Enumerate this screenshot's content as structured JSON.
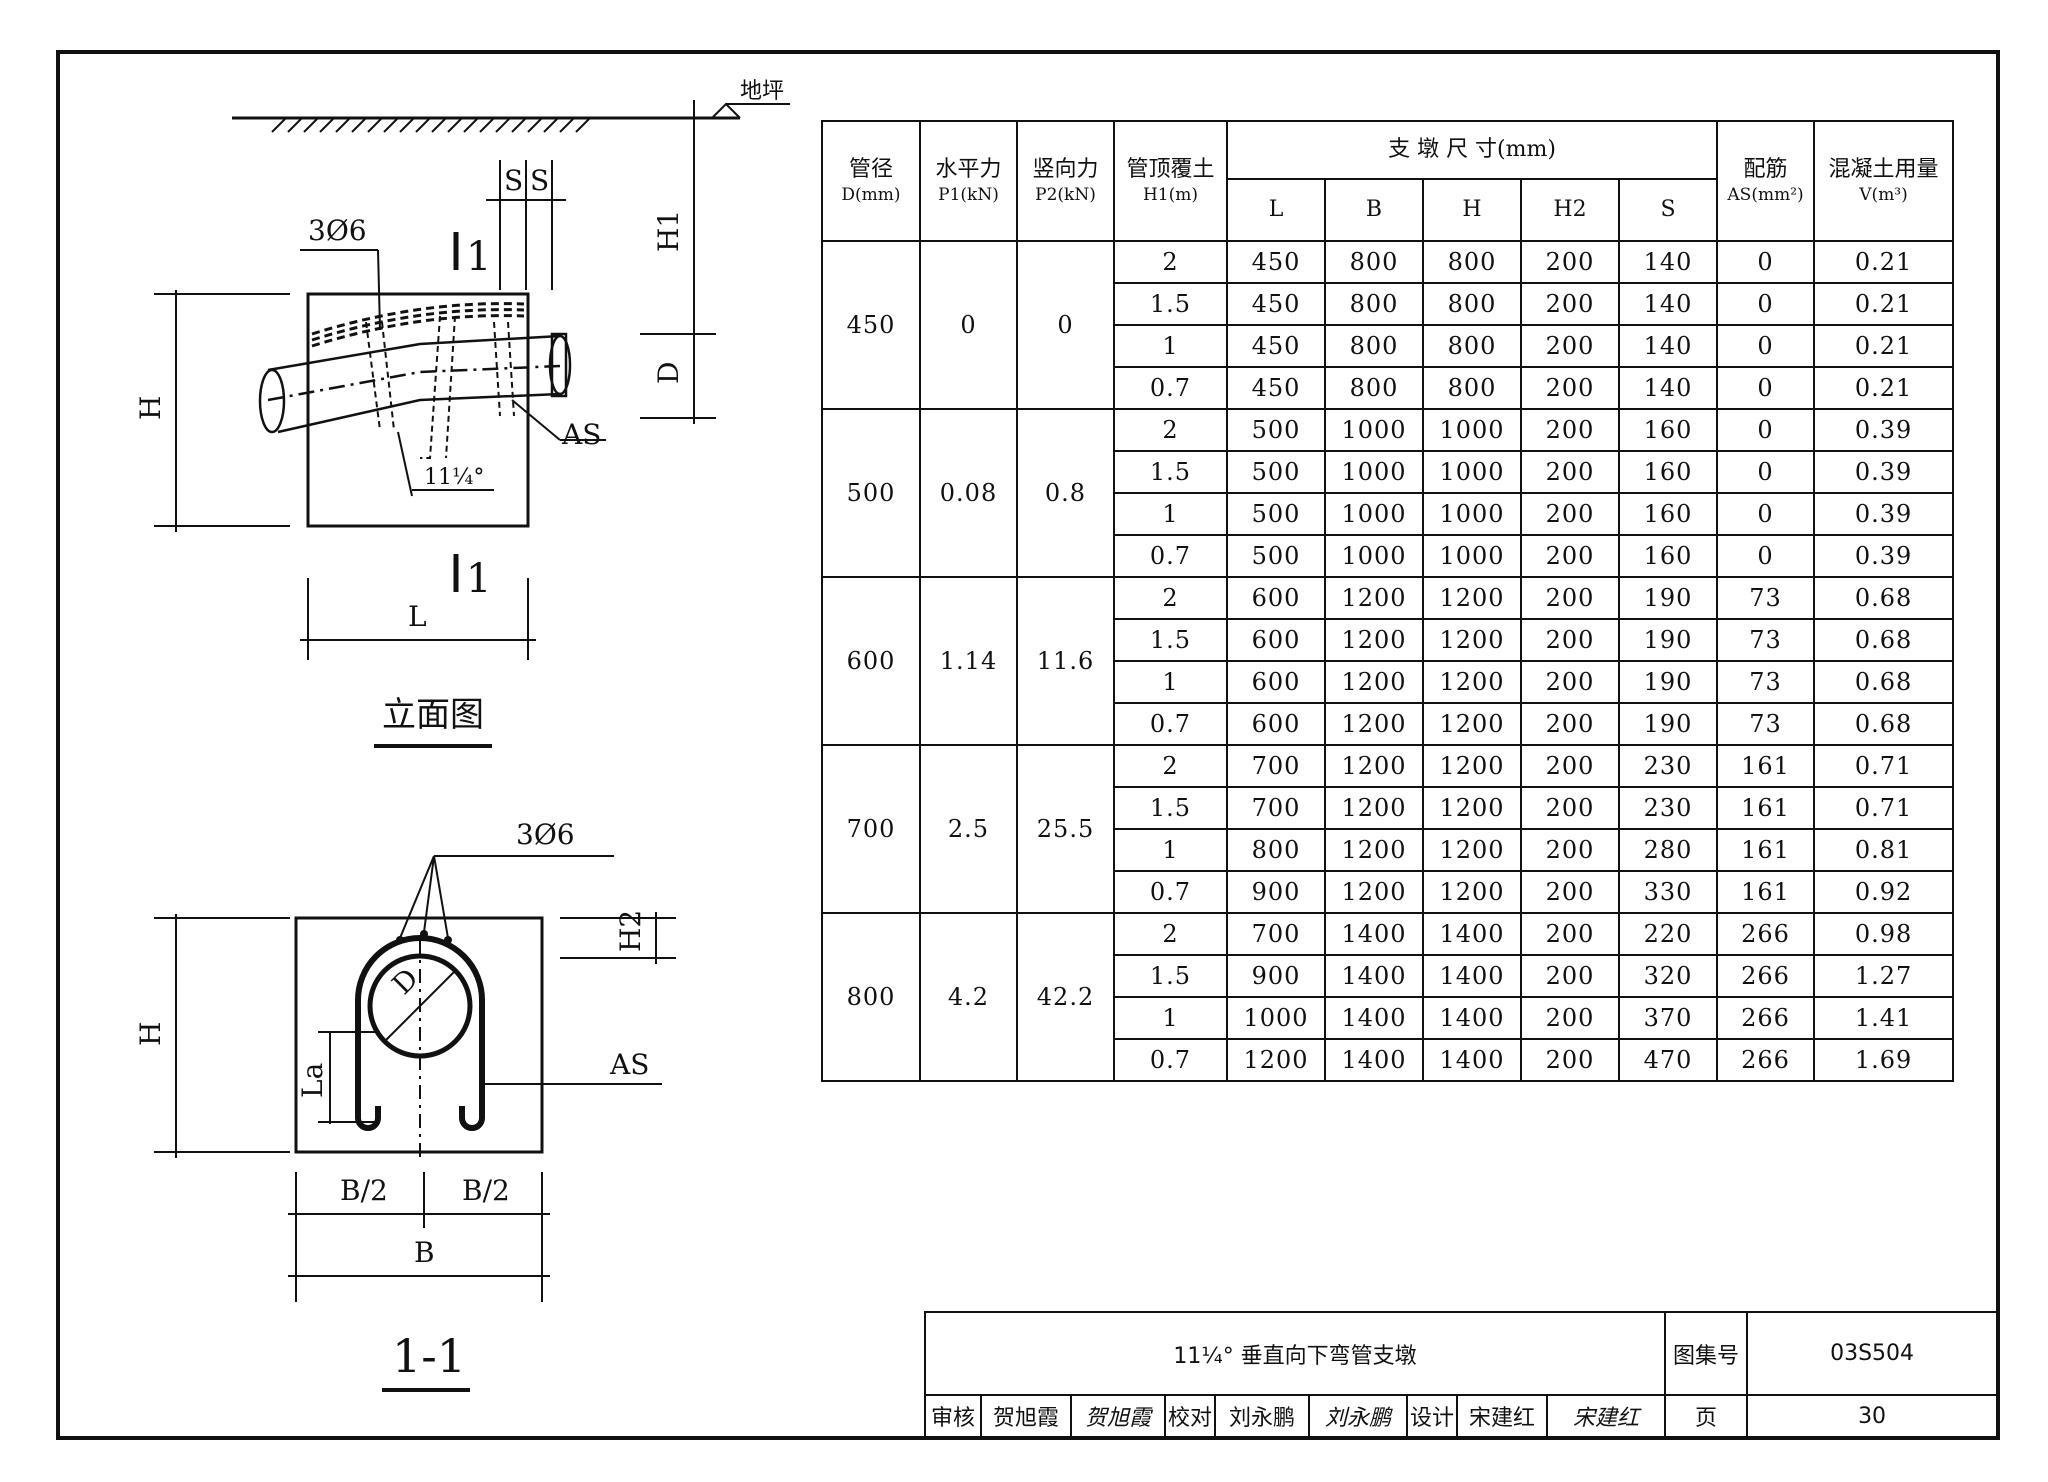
{
  "elevation": {
    "ground_label": "地坪",
    "rebar_label": "3Ø6",
    "section_mark": "1",
    "dim_s1": "S",
    "dim_s2": "S",
    "dim_h1": "H1",
    "dim_d": "D",
    "dim_h": "H",
    "dim_l": "L",
    "as_label": "AS",
    "angle_label": "11¼°",
    "caption": "立面图"
  },
  "section": {
    "rebar_label": "3Ø6",
    "dim_h2": "H2",
    "dim_h": "H",
    "dim_la": "La",
    "dim_d": "D",
    "as_label": "AS",
    "dim_b_half_left": "B/2",
    "dim_b_half_right": "B/2",
    "dim_b": "B",
    "caption": "1-1"
  },
  "table": {
    "headers": {
      "dia": "管径",
      "dia_unit": "D(mm)",
      "p1": "水平力",
      "p1_unit": "P1(kN)",
      "p2": "竖向力",
      "p2_unit": "P2(kN)",
      "h1": "管顶覆土",
      "h1_unit": "H1(m)",
      "dims": "支 墩 尺 寸(mm)",
      "l": "L",
      "b": "B",
      "h": "H",
      "h2": "H2",
      "s": "S",
      "as": "配筋",
      "as_unit": "AS(mm²)",
      "v": "混凝土用量",
      "v_unit": "V(m³)"
    },
    "groups": [
      {
        "dia": "450",
        "p1": "0",
        "p2": "0",
        "rows": [
          [
            "2",
            "450",
            "800",
            "800",
            "200",
            "140",
            "0",
            "0.21"
          ],
          [
            "1.5",
            "450",
            "800",
            "800",
            "200",
            "140",
            "0",
            "0.21"
          ],
          [
            "1",
            "450",
            "800",
            "800",
            "200",
            "140",
            "0",
            "0.21"
          ],
          [
            "0.7",
            "450",
            "800",
            "800",
            "200",
            "140",
            "0",
            "0.21"
          ]
        ]
      },
      {
        "dia": "500",
        "p1": "0.08",
        "p2": "0.8",
        "rows": [
          [
            "2",
            "500",
            "1000",
            "1000",
            "200",
            "160",
            "0",
            "0.39"
          ],
          [
            "1.5",
            "500",
            "1000",
            "1000",
            "200",
            "160",
            "0",
            "0.39"
          ],
          [
            "1",
            "500",
            "1000",
            "1000",
            "200",
            "160",
            "0",
            "0.39"
          ],
          [
            "0.7",
            "500",
            "1000",
            "1000",
            "200",
            "160",
            "0",
            "0.39"
          ]
        ]
      },
      {
        "dia": "600",
        "p1": "1.14",
        "p2": "11.6",
        "rows": [
          [
            "2",
            "600",
            "1200",
            "1200",
            "200",
            "190",
            "73",
            "0.68"
          ],
          [
            "1.5",
            "600",
            "1200",
            "1200",
            "200",
            "190",
            "73",
            "0.68"
          ],
          [
            "1",
            "600",
            "1200",
            "1200",
            "200",
            "190",
            "73",
            "0.68"
          ],
          [
            "0.7",
            "600",
            "1200",
            "1200",
            "200",
            "190",
            "73",
            "0.68"
          ]
        ]
      },
      {
        "dia": "700",
        "p1": "2.5",
        "p2": "25.5",
        "rows": [
          [
            "2",
            "700",
            "1200",
            "1200",
            "200",
            "230",
            "161",
            "0.71"
          ],
          [
            "1.5",
            "700",
            "1200",
            "1200",
            "200",
            "230",
            "161",
            "0.71"
          ],
          [
            "1",
            "800",
            "1200",
            "1200",
            "200",
            "280",
            "161",
            "0.81"
          ],
          [
            "0.7",
            "900",
            "1200",
            "1200",
            "200",
            "330",
            "161",
            "0.92"
          ]
        ]
      },
      {
        "dia": "800",
        "p1": "4.2",
        "p2": "42.2",
        "rows": [
          [
            "2",
            "700",
            "1400",
            "1400",
            "200",
            "220",
            "266",
            "0.98"
          ],
          [
            "1.5",
            "900",
            "1400",
            "1400",
            "200",
            "320",
            "266",
            "1.27"
          ],
          [
            "1",
            "1000",
            "1400",
            "1400",
            "200",
            "370",
            "266",
            "1.41"
          ],
          [
            "0.7",
            "1200",
            "1400",
            "1400",
            "200",
            "470",
            "266",
            "1.69"
          ]
        ]
      }
    ]
  },
  "title_block": {
    "title": "11¼° 垂直向下弯管支墩",
    "atlas_label": "图集号",
    "atlas_no": "03S504",
    "review_label": "审核",
    "reviewer": "贺旭霞",
    "reviewer_sig": "贺旭霞",
    "check_label": "校对",
    "checker": "刘永鹏",
    "checker_sig": "刘永鹏",
    "design_label": "设计",
    "designer": "宋建红",
    "designer_sig": "宋建红",
    "page_label": "页",
    "page_no": "30"
  }
}
